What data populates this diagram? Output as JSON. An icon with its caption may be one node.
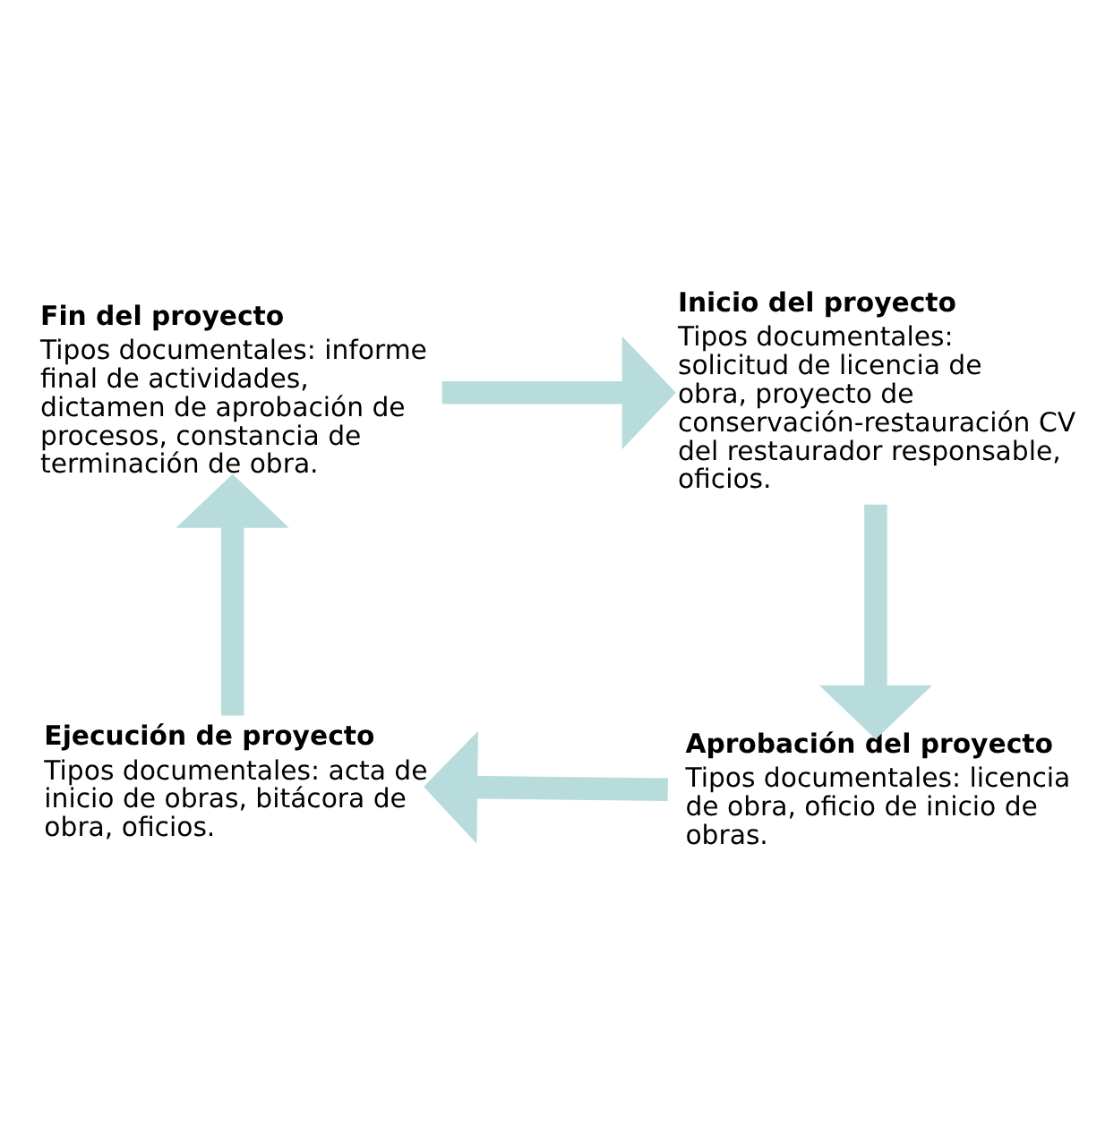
{
  "diagram": {
    "nodes": [
      {
        "text": [
          "Fin del proyecto",
          "Tipos documentales: informe final de actividades, dictamen de aprobación de procesos, constancia de terminación de obra."
        ]
      },
      {
        "text": [
          "Inicio del proyecto",
          "Tipos documentales: solicitud de licencia de obra, proyecto de conservación-restauración CV del restaurador responsable, oficios."
        ]
      },
      {
        "text": [
          "Aprobación del proyecto",
          "Tipos documentales: licencia de obra, oficio de inicio de obras."
        ]
      },
      {
        "text": [
          "Ejecución de proyecto",
          "Tipos documentales: acta de inicio de obras, bitácora de obra, oficios."
        ]
      }
    ],
    "edges": [
      {
        "from": 0,
        "to": 1,
        "arrow": "to"
      },
      {
        "from": 1,
        "to": 2,
        "arrow": "to"
      },
      {
        "from": 2,
        "to": 3,
        "arrow": "to"
      },
      {
        "from": 3,
        "to": 0,
        "arrow": "to"
      }
    ]
  }
}
